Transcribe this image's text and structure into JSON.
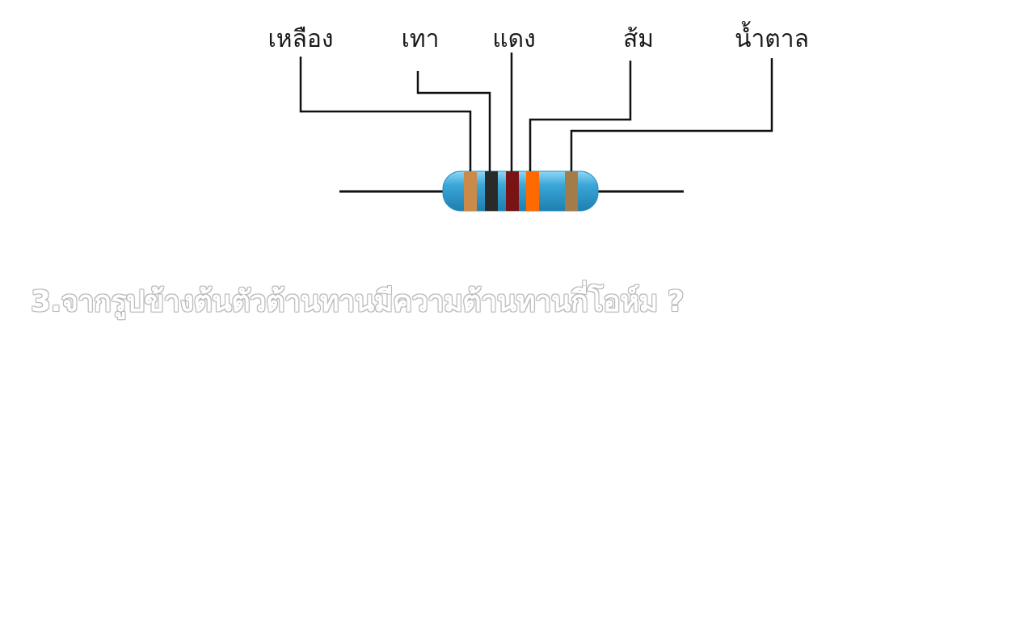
{
  "resistor": {
    "bands": [
      {
        "label": "เหลือง",
        "color": "#c98a4a"
      },
      {
        "label": "เทา",
        "color": "#2a2a2a"
      },
      {
        "label": "แดง",
        "color": "#7a1414"
      },
      {
        "label": "ส้ม",
        "color": "#ff6a00"
      },
      {
        "label": "น้ำตาล",
        "color": "#a47c4a"
      }
    ],
    "body_color": "#3aa6d8",
    "body_highlight": "#8fd6f5",
    "body_shadow": "#1f7fb0"
  },
  "question": {
    "text": "3.จากรูปข้างต้นตัวต้านทานมีความต้านทานกี่โอห์ม ?"
  }
}
